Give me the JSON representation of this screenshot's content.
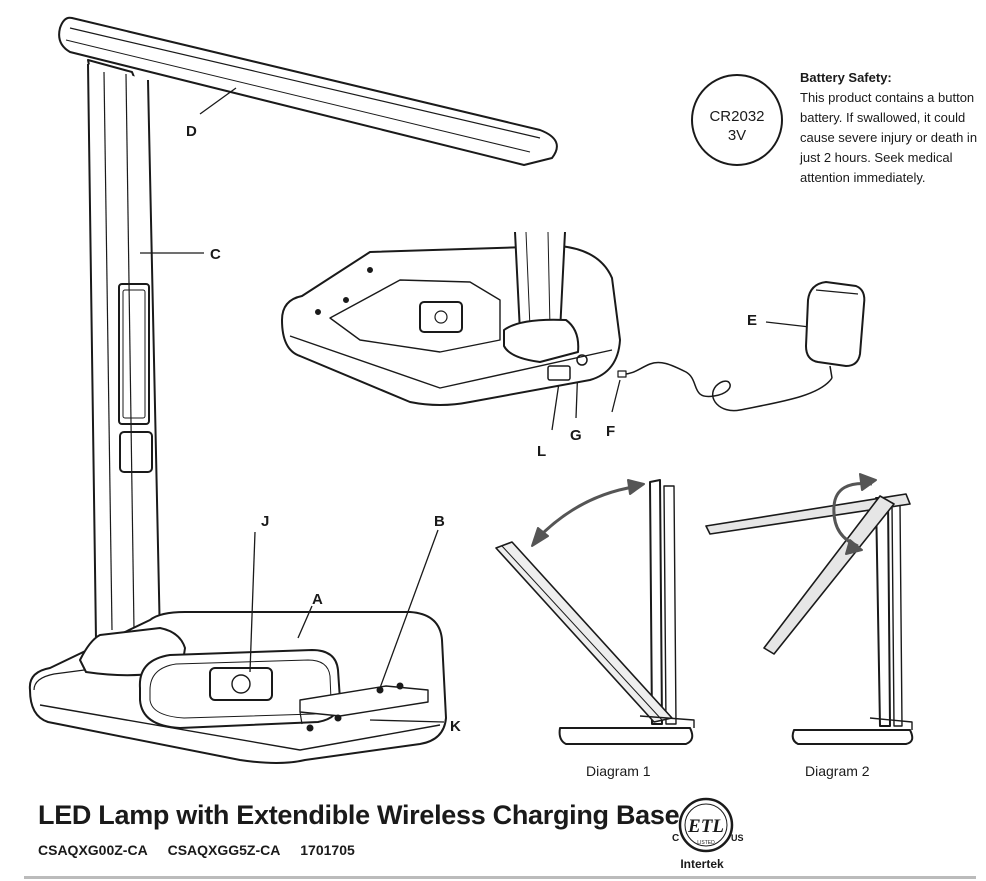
{
  "battery_badge": {
    "line1": "CR2032",
    "line2": "3V"
  },
  "battery_safety": {
    "heading": "Battery Safety:",
    "body": "This product contains a button battery. If swallowed, it could cause severe injury or death in just 2 hours. Seek medical attention immediately."
  },
  "callouts": {
    "a": "A",
    "b": "B",
    "c": "C",
    "d": "D",
    "e": "E",
    "f": "F",
    "g": "G",
    "j": "J",
    "k": "K",
    "l": "L"
  },
  "diagrams": {
    "diagram1": "Diagram 1",
    "diagram2": "Diagram 2"
  },
  "product": {
    "title": "LED Lamp with Extendible Wireless Charging Base",
    "models": [
      "CSAQXG00Z-CA",
      "CSAQXGG5Z-CA",
      "1701705"
    ]
  },
  "certification": {
    "mark": "ETL",
    "left": "C",
    "right": "US",
    "listed": "LISTED",
    "brand": "Intertek"
  }
}
